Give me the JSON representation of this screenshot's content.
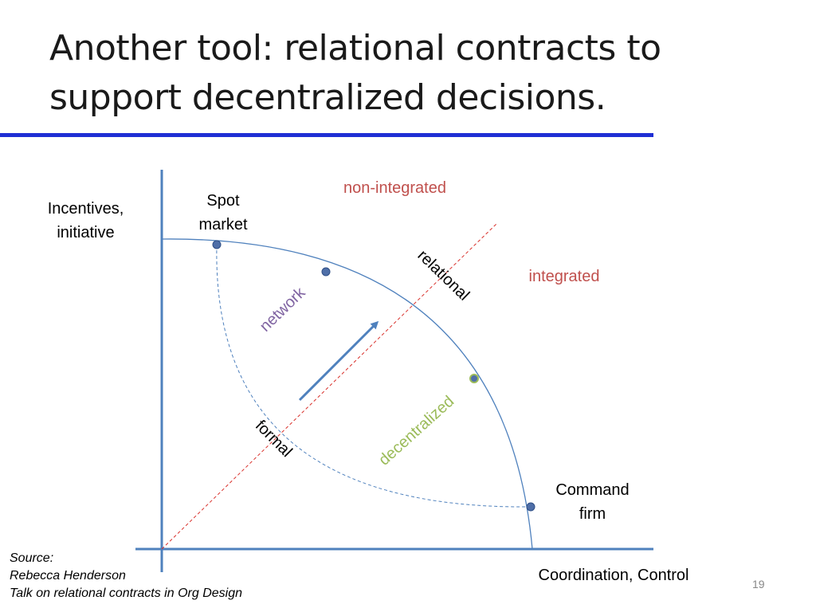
{
  "slide": {
    "title_line1": "Another tool: relational contracts to",
    "title_line2": "support decentralized decisions.",
    "page_number": "19"
  },
  "diagram": {
    "y_axis_label_line1": "Incentives,",
    "y_axis_label_line2": "initiative",
    "x_axis_label": "Coordination, Control",
    "spot_market_line1": "Spot",
    "spot_market_line2": "market",
    "command_firm_line1": "Command",
    "command_firm_line2": "firm",
    "non_integrated": "non-integrated",
    "integrated": "integrated",
    "relational": "relational",
    "formal": "formal",
    "network": "network",
    "decentralized": "decentralized"
  },
  "source": {
    "line1": "Source:",
    "line2": "Rebecca Henderson",
    "line3": "Talk on relational contracts in Org Design"
  },
  "colors": {
    "title_rule": "#1f2fd4",
    "axis": "#4f81bd",
    "frontier": "#4f81bd",
    "red_label": "#c0504d",
    "network_label": "#8064a2",
    "decentralized_label": "#9bbb59",
    "dashed_diagonal": "#d9302b"
  }
}
